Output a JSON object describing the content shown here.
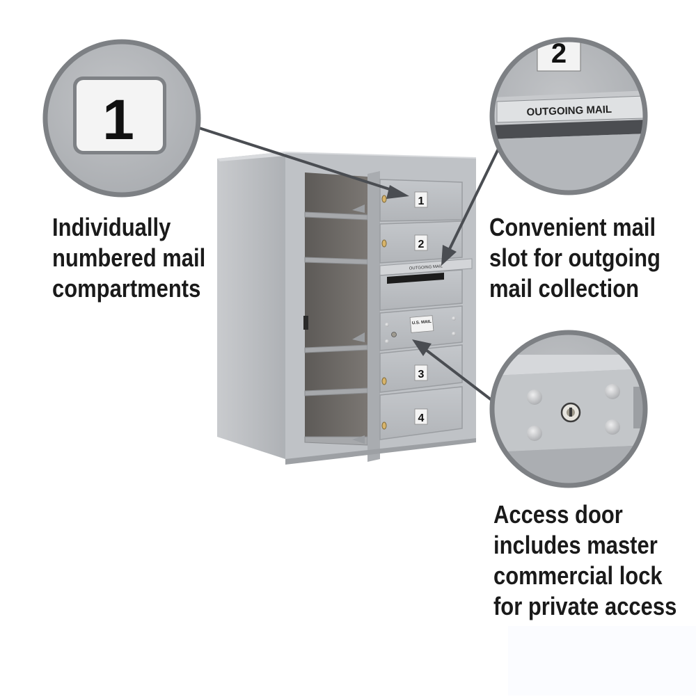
{
  "callouts": {
    "compartments": {
      "lines": [
        "Individually",
        "numbered mail",
        "compartments"
      ],
      "zoom_number": "1"
    },
    "outgoing": {
      "lines": [
        "Convenient mail",
        "slot for outgoing",
        "mail collection"
      ],
      "zoom_number": "2",
      "zoom_label": "OUTGOING MAIL"
    },
    "access_door": {
      "lines": [
        "Access door",
        "includes master",
        "commercial lock",
        "for private access"
      ]
    }
  },
  "mailbox": {
    "door_numbers": [
      "1",
      "2",
      "3",
      "4"
    ],
    "slot_label": "OUTGOING MAIL",
    "access_label": "U.S. MAIL"
  },
  "colors": {
    "metal": "#b9bcc0",
    "metal_light": "#d2d4d7",
    "metal_dark": "#8e9196",
    "interior": "#6f6c69",
    "text": "#1a1a1a"
  }
}
